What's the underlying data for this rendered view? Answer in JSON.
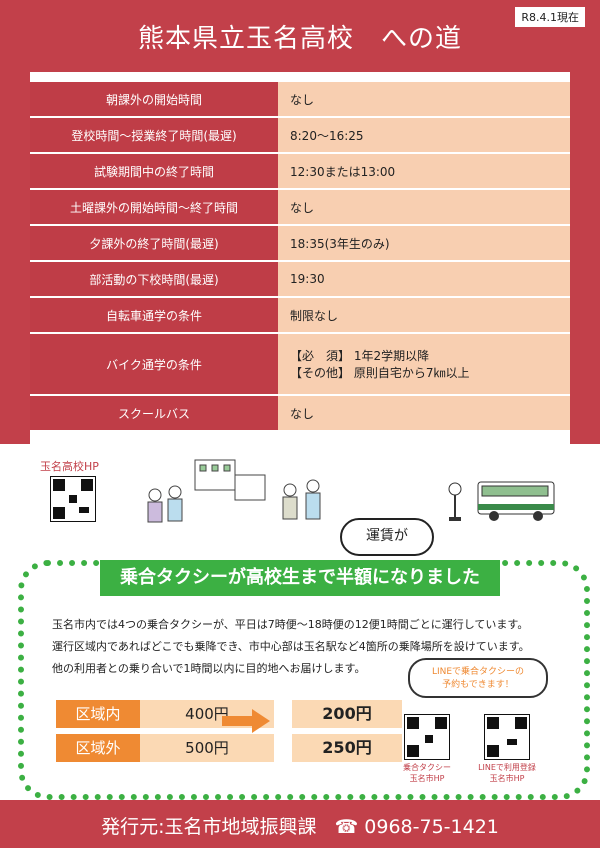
{
  "header": {
    "title": "熊本県立玉名高校　への道",
    "date": "R8.4.1現在"
  },
  "info": [
    {
      "k": "朝課外の開始時間",
      "v": "なし"
    },
    {
      "k": "登校時間～授業終了時間(最遅)",
      "v": " 8:20～16:25"
    },
    {
      "k": "試験期間中の終了時間",
      "v": "12:30または13:00"
    },
    {
      "k": "土曜課外の開始時間～終了時間",
      "v": "なし"
    },
    {
      "k": "夕課外の終了時間(最遅)",
      "v": "18:35(3年生のみ)"
    },
    {
      "k": "部活動の下校時間(最遅)",
      "v": "19:30"
    },
    {
      "k": "自転車通学の条件",
      "v": "制限なし"
    },
    {
      "k": "バイク通学の条件",
      "v1": "【必　須】 1年2学期以降",
      "v2": "【その他】 原則自宅から7㎞以上"
    },
    {
      "k": "スクールバス",
      "v": "なし"
    }
  ],
  "school_hp": "玉名高校HP",
  "bubble": "運賃が",
  "banner": "乗合タクシーが高校生まで半額になりました",
  "body": [
    "玉名市内では4つの乗合タクシーが、平日は7時便～18時便の12便1時間ごとに運行しています。",
    "運行区域内であればどこでも乗降でき、市中心部は玉名駅など4箇所の乗降場所を設けています。",
    "他の利用者との乗り合いで1時間以内に目的地へお届けします。"
  ],
  "fare": [
    {
      "label": "区域内",
      "old": "400円",
      "new": "200円"
    },
    {
      "label": "区域外",
      "old": "500円",
      "new": "250円"
    }
  ],
  "line_bubble": [
    "LINEで乗合タクシーの",
    "予約もできます！"
  ],
  "qr_captions": [
    [
      "乗合タクシー",
      "玉名市HP"
    ],
    [
      "LINEで利用登録",
      "玉名市HP"
    ]
  ],
  "footer": {
    "publisher": "発行元:玉名市地域振興課",
    "tel_icon": "phone-icon",
    "tel": "0968-75-1421"
  },
  "colors": {
    "brand": "#c2404a",
    "peach": "#f8cfb1",
    "green": "#3cb043",
    "orange": "#ef8a33"
  }
}
